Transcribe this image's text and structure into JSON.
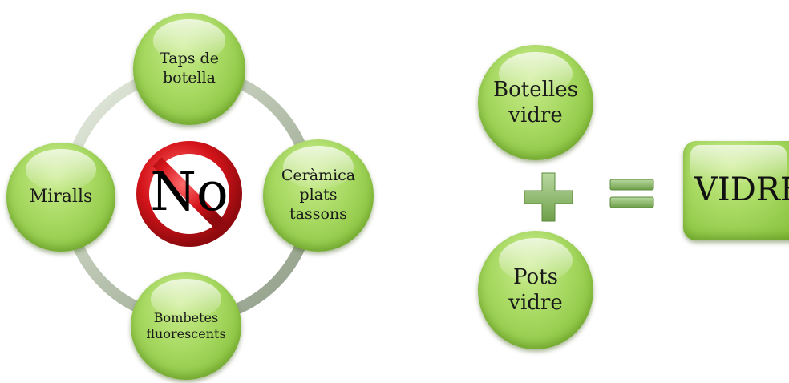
{
  "cycle": {
    "top": "Taps de\nbotella",
    "left": "Miralls",
    "right": "Ceràmica\nplats\ntassons",
    "bottom": "Bombetes\nfluorescents",
    "center": "No"
  },
  "equation": {
    "item_top": "Botelles\nvidre",
    "item_bottom": "Pots\nvidre",
    "result": "VIDRE"
  },
  "colors": {
    "bubble": "#a6d860",
    "ring": "#bfcab8",
    "no_sign": "#d4141a",
    "operator": "#7fae5a"
  }
}
